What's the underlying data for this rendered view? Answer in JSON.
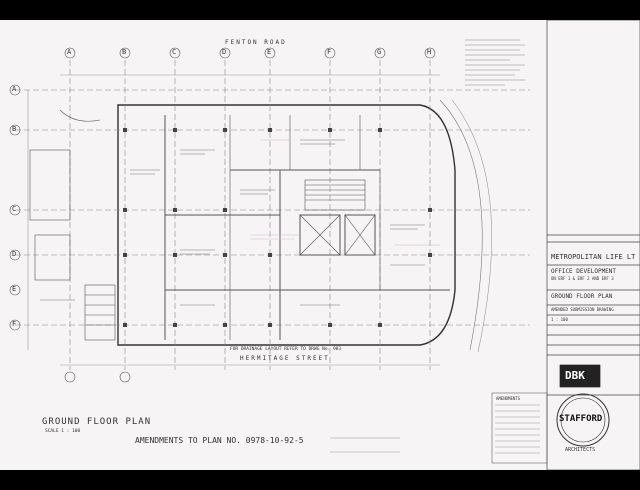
{
  "plan": {
    "street_top": "FENTON ROAD",
    "street_bottom": "HERMITAGE STREET",
    "drainage_note": "FOR DRAINAGE LAYOUT REFER TO DRWG No. 903",
    "floor_title": "GROUND FLOOR PLAN",
    "scale": "SCALE 1 : 100",
    "amendments": "AMENDMENTS TO PLAN NO. 0978-10-92-5",
    "grid_top": [
      "A",
      "B",
      "C",
      "D",
      "E",
      "F",
      "G",
      "H"
    ],
    "grid_left": [
      "A",
      "B",
      "C",
      "D",
      "E",
      "F"
    ]
  },
  "title_block": {
    "client": "METROPOLITAN LIFE LT",
    "project_line1": "OFFICE DEVELOPMENT",
    "project_line2": "ON ERF 1 & ERF 2 AND ERF 3",
    "drawing_title": "GROUND FLOOR PLAN",
    "status": "AMENDED SUBMISSION DRAWING",
    "scale": "1 : 100",
    "logo_text": "DBK",
    "stamp_name": "STAFFORD",
    "stamp_role": "ARCHITECTS",
    "amendments_heading": "AMENDMENTS"
  }
}
